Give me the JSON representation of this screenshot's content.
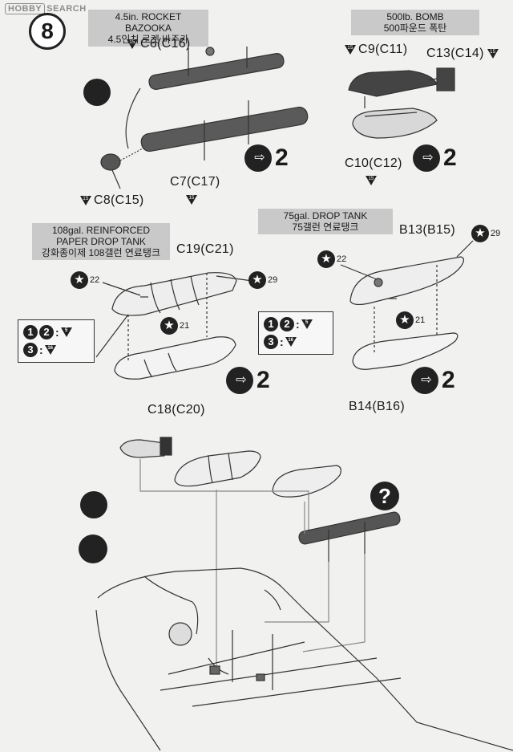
{
  "watermark": {
    "logo": "HOBBY",
    "text": "SEARCH"
  },
  "step": {
    "number": "8"
  },
  "bazooka": {
    "title_en": "4.5in. ROCKET BAZOOKA",
    "title_ko": "4.5인치 로켓 바주카",
    "part_top": "C6(C16)",
    "part_mid": "C7(C17)",
    "part_end": "C8(C15)",
    "sprue_num": "15",
    "goto": "2"
  },
  "bomb": {
    "title_en": "500lb. BOMB",
    "title_ko": "500파운드 폭탄",
    "part_top": "C9(C11)",
    "part_fin": "C13(C14)",
    "part_bottom": "C10(C12)",
    "sprue_num": "15",
    "goto": "2"
  },
  "paper_tank": {
    "title_en": "108gal. REINFORCED PAPER DROP TANK",
    "title_ko": "강화종이제 108갤런 연료탱크",
    "part_top": "C19(C21)",
    "part_bottom": "C18(C20)",
    "decal_left": "22",
    "decal_right": "29",
    "decal_mid": "21",
    "key": {
      "badge_1": "1",
      "badge_2": "2",
      "badge_3": "3",
      "sep": ":",
      "ref_a": "5",
      "ref_b": "16"
    },
    "goto": "2"
  },
  "tank75": {
    "title_en": "75gal. DROP TANK",
    "title_ko": "75갤런 연료탱크",
    "part_top": "B13(B15)",
    "part_bottom": "B14(B16)",
    "decal_left": "22",
    "decal_right": "29",
    "decal_mid": "21",
    "key": {
      "badge_1": "1",
      "badge_2": "2",
      "badge_3": "3",
      "sep": ":",
      "ref_a": "5",
      "ref_b": "16"
    },
    "goto": "2"
  },
  "icons": {
    "goto_arrows": "⇨",
    "star": "★",
    "question": "?"
  }
}
